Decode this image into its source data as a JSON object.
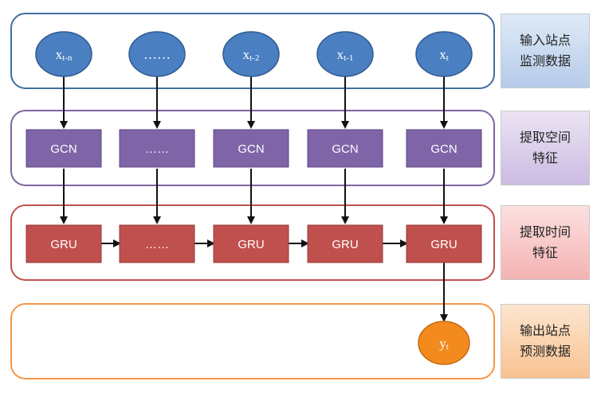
{
  "rows": {
    "input": {
      "label": "输入站点\n监测数据",
      "border": "#3f6fa3"
    },
    "spatial": {
      "label": "提取空间\n特征",
      "border": "#8064a2"
    },
    "temporal": {
      "label": "提取时间\n特征",
      "border": "#c0504d"
    },
    "output": {
      "label": "输出站点\n预测数据",
      "border": "#f79646"
    }
  },
  "inputs": [
    {
      "base": "x",
      "sub": "t-n"
    },
    {
      "base": "……",
      "sub": ""
    },
    {
      "base": "x",
      "sub": "t-2"
    },
    {
      "base": "x",
      "sub": "t-1"
    },
    {
      "base": "x",
      "sub": "t"
    }
  ],
  "gcn_boxes": [
    "GCN",
    "……",
    "GCN",
    "GCN",
    "GCN"
  ],
  "gru_boxes": [
    "GRU",
    "……",
    "GRU",
    "GRU",
    "GRU"
  ],
  "output": {
    "base": "y",
    "sub": "t"
  },
  "colors": {
    "input_node": "#4a7fc1",
    "gcn_box": "#7f64a8",
    "gru_box": "#c0504d",
    "output_node": "#f28a1e"
  }
}
